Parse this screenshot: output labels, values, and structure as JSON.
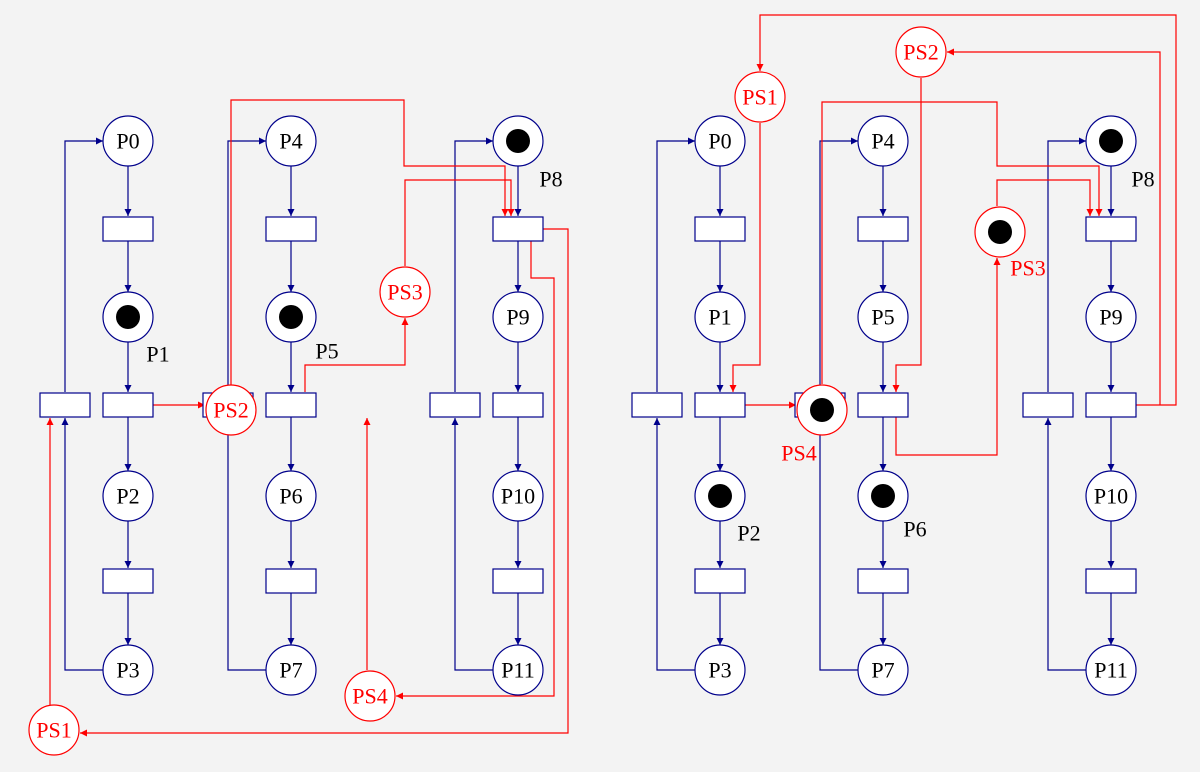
{
  "colors": {
    "background": "#f3f3f3",
    "net": "#00008b",
    "shared": "#ff0000",
    "place_fill": "#ffffff",
    "token": "#000000"
  },
  "nets": [
    {
      "id": "left",
      "places": [
        {
          "id": "L_P0",
          "label": "P0",
          "token": false
        },
        {
          "id": "L_P1",
          "label": "P1",
          "token": true
        },
        {
          "id": "L_P2",
          "label": "P2",
          "token": false
        },
        {
          "id": "L_P3",
          "label": "P3",
          "token": false
        },
        {
          "id": "L_P4",
          "label": "P4",
          "token": false
        },
        {
          "id": "L_P5",
          "label": "P5",
          "token": true
        },
        {
          "id": "L_P6",
          "label": "P6",
          "token": false
        },
        {
          "id": "L_P7",
          "label": "P7",
          "token": false
        },
        {
          "id": "L_P8",
          "label": "P8",
          "token": true
        },
        {
          "id": "L_P9",
          "label": "P9",
          "token": false
        },
        {
          "id": "L_P10",
          "label": "P10",
          "token": false
        },
        {
          "id": "L_P11",
          "label": "P11",
          "token": false
        }
      ],
      "shared_places": [
        {
          "id": "L_PS1",
          "label": "PS1",
          "token": false
        },
        {
          "id": "L_PS2",
          "label": "PS2",
          "token": false
        },
        {
          "id": "L_PS3",
          "label": "PS3",
          "token": false
        },
        {
          "id": "L_PS4",
          "label": "PS4",
          "token": false
        }
      ]
    },
    {
      "id": "right",
      "places": [
        {
          "id": "R_P0",
          "label": "P0",
          "token": false
        },
        {
          "id": "R_P1",
          "label": "P1",
          "token": false
        },
        {
          "id": "R_P2",
          "label": "P2",
          "token": true
        },
        {
          "id": "R_P3",
          "label": "P3",
          "token": false
        },
        {
          "id": "R_P4",
          "label": "P4",
          "token": false
        },
        {
          "id": "R_P5",
          "label": "P5",
          "token": false
        },
        {
          "id": "R_P6",
          "label": "P6",
          "token": true
        },
        {
          "id": "R_P7",
          "label": "P7",
          "token": false
        },
        {
          "id": "R_P8",
          "label": "P8",
          "token": true
        },
        {
          "id": "R_P9",
          "label": "P9",
          "token": false
        },
        {
          "id": "R_P10",
          "label": "P10",
          "token": false
        },
        {
          "id": "R_P11",
          "label": "P11",
          "token": false
        }
      ],
      "shared_places": [
        {
          "id": "R_PS1",
          "label": "PS1",
          "token": false
        },
        {
          "id": "R_PS2",
          "label": "PS2",
          "token": false
        },
        {
          "id": "R_PS3",
          "label": "PS3",
          "token": true
        },
        {
          "id": "R_PS4",
          "label": "PS4",
          "token": true
        }
      ]
    }
  ]
}
